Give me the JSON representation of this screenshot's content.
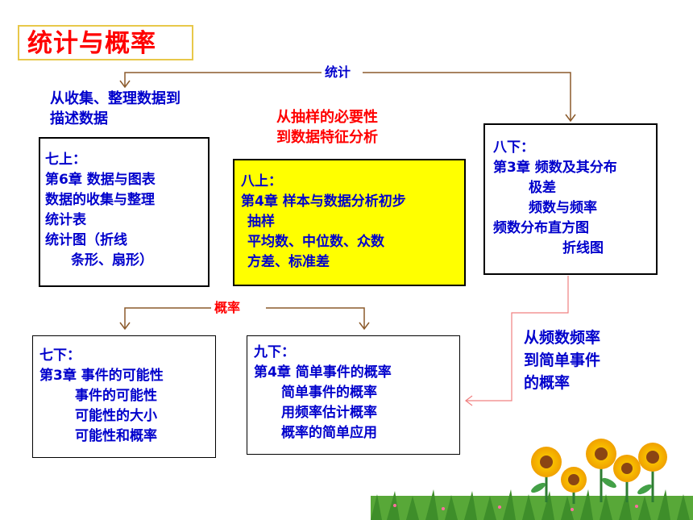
{
  "title": "统计与概率",
  "labels": {
    "stats": "统计",
    "prob": "概率"
  },
  "notes": {
    "collect": [
      "从收集、整理数据到",
      "描述数据"
    ],
    "sampling": [
      "从抽样的必要性",
      "到数据特征分析"
    ],
    "freq": [
      "从频数频率",
      "到简单事件",
      "的概率"
    ]
  },
  "boxes": {
    "g7a": [
      "七上：",
      "第6章  数据与图表",
      "数据的收集与整理",
      "统计表",
      "统计图（折线",
      "条形、扇形）"
    ],
    "g8a": [
      "八上：",
      "第4章  样本与数据分析初步",
      "抽样",
      "平均数、中位数、众数",
      "方差、标准差"
    ],
    "g8b": [
      "八下：",
      "第3章  频数及其分布",
      "极差",
      "频数与频率",
      "频数分布直方图",
      "折线图"
    ],
    "g7b": [
      "七下：",
      "第3章   事件的可能性",
      "事件的可能性",
      "可能性的大小",
      "可能性和概率"
    ],
    "g9b": [
      "九下：",
      "第4章  简单事件的概率",
      "简单事件的概率",
      "用频率估计概率",
      "概率的简单应用"
    ]
  },
  "colors": {
    "title": "#ff0000",
    "text_blue": "#0000cc",
    "text_red": "#ff0000",
    "highlight_fill": "#ffff00",
    "connector": "#8b5a2b",
    "connector_pink": "#f08080"
  },
  "decoration": "sunflowers-grass"
}
